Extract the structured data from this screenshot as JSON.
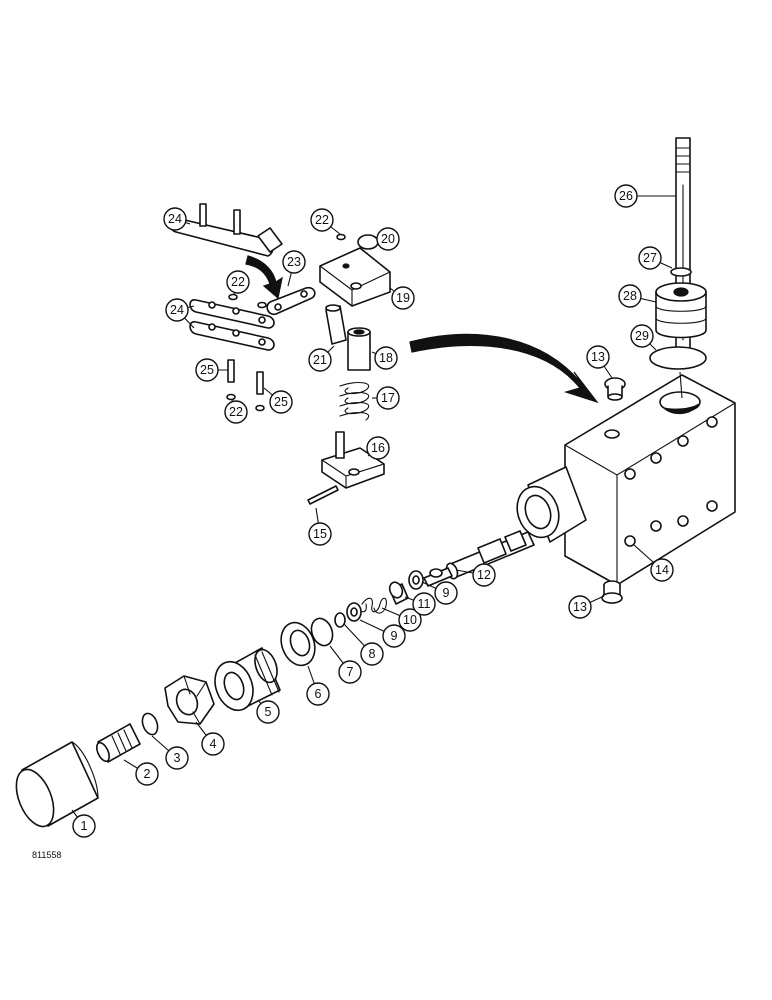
{
  "figure_id": "811558",
  "callouts": [
    {
      "label": "1"
    },
    {
      "label": "2"
    },
    {
      "label": "3"
    },
    {
      "label": "4"
    },
    {
      "label": "5"
    },
    {
      "label": "6"
    },
    {
      "label": "7"
    },
    {
      "label": "8"
    },
    {
      "label": "9"
    },
    {
      "label": "9"
    },
    {
      "label": "10"
    },
    {
      "label": "11"
    },
    {
      "label": "12"
    },
    {
      "label": "13"
    },
    {
      "label": "13"
    },
    {
      "label": "14"
    },
    {
      "label": "15"
    },
    {
      "label": "16"
    },
    {
      "label": "17"
    },
    {
      "label": "18"
    },
    {
      "label": "19"
    },
    {
      "label": "20"
    },
    {
      "label": "21"
    },
    {
      "label": "22"
    },
    {
      "label": "22"
    },
    {
      "label": "22"
    },
    {
      "label": "23"
    },
    {
      "label": "24"
    },
    {
      "label": "24"
    },
    {
      "label": "25"
    },
    {
      "label": "25"
    },
    {
      "label": "26"
    },
    {
      "label": "27"
    },
    {
      "label": "28"
    },
    {
      "label": "29"
    }
  ]
}
